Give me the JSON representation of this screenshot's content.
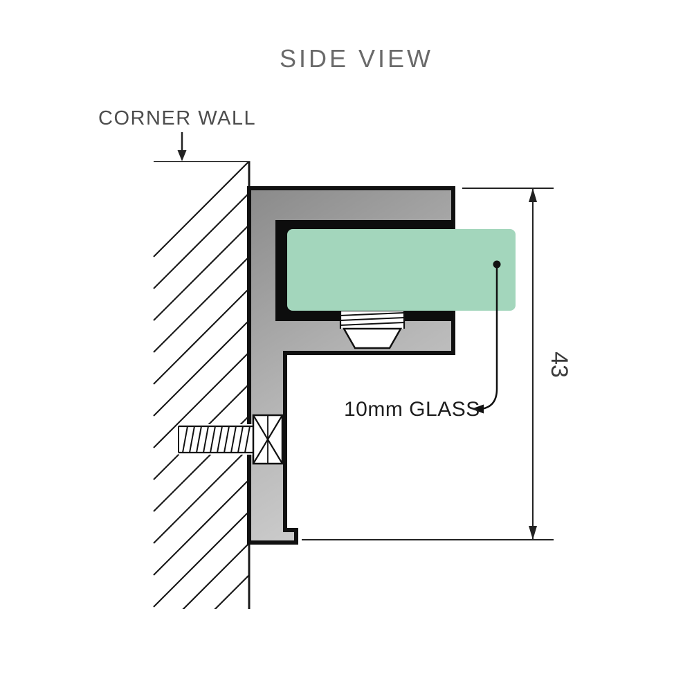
{
  "diagram": {
    "title": "SIDE VIEW",
    "wall_label": "CORNER WALL",
    "glass_label": "10mm GLASS",
    "dimension_value": "43",
    "colors": {
      "glass_green": "#a3d6bc",
      "metal_dark": "#8a8a8a",
      "metal_mid": "#b7b7b7",
      "metal_light": "#dcdcdc",
      "outline": "#111111",
      "text_muted": "#6a6a6a",
      "text_dark": "#1e1e1e"
    }
  }
}
